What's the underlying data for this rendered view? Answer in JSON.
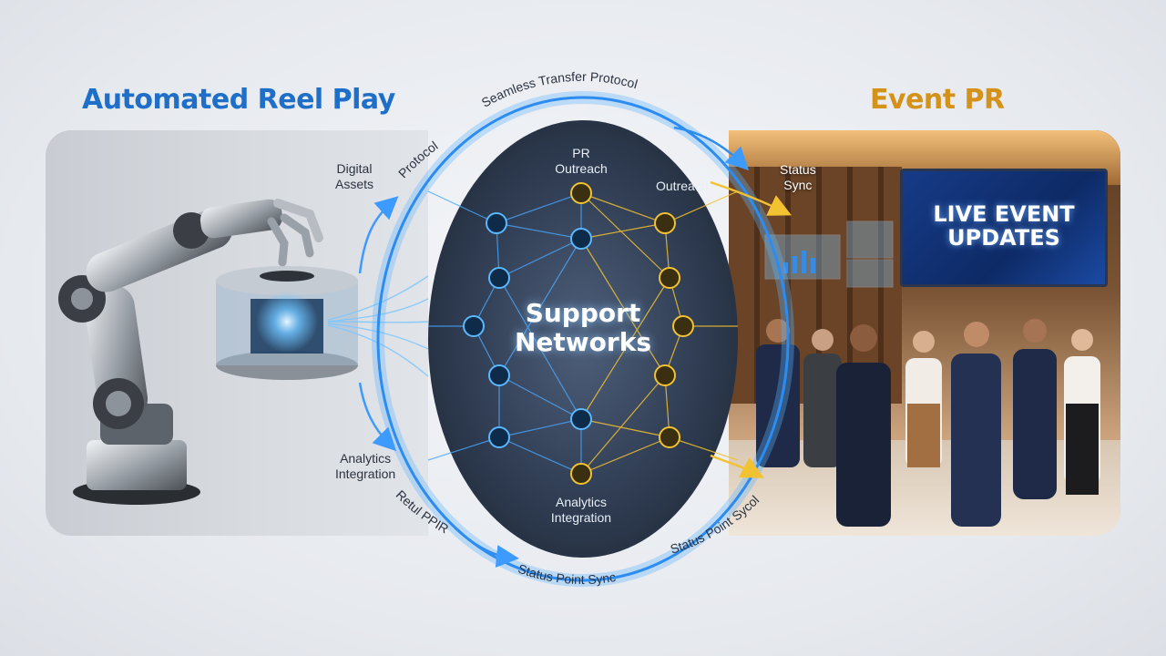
{
  "titles": {
    "left": "Automated Reel Play",
    "right": "Event PR"
  },
  "center": {
    "title": "Support\nNetworks"
  },
  "ring_labels": {
    "top_arc": "Seamless Transfer Protocol",
    "upper_left_arc": "Protocol",
    "lower_left_arc": "Retul PPIR",
    "bottom_arc": "Status Point Sync",
    "lower_right_arc": "Status Point Sycol"
  },
  "node_labels": {
    "digital_assets": "Digital\nAssets",
    "analytics_left": "Analytics\nIntegration",
    "pr_outreach": "PR\nOutreach",
    "outreach": "Outreach",
    "analytics_center": "Analytics\nIntegration",
    "status_sync": "Status\nSync"
  },
  "screen": {
    "text": "LIVE EVENT\nUPDATES"
  },
  "colors": {
    "left_title": "#1f6fc9",
    "right_title": "#d4921a",
    "blue_network": "#4aa8ff",
    "gold_network": "#f2c232",
    "ring": "#2d8cf0"
  },
  "icons": [
    "robot-arm-icon",
    "data-drum-icon",
    "network-node-icon",
    "event-screen-icon"
  ]
}
